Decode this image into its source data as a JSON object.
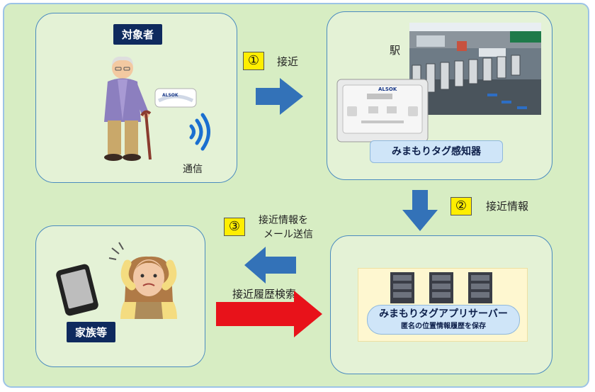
{
  "target_badge": "対象者",
  "comm_label": "通信",
  "station_label": "駅",
  "sensor_label": "みまもりタグ感知器",
  "step1": {
    "number": "①",
    "label": "接近"
  },
  "step2": {
    "number": "②",
    "label": "接近情報"
  },
  "step3": {
    "number": "③",
    "line1": "接近情報を",
    "line2": "メール送信"
  },
  "search_label": "接近履歴検索",
  "family_badge": "家族等",
  "server": {
    "title": "みまもりタグアプリサーバー",
    "subtitle": "匿名の位置情報履歴を保存"
  },
  "tag_logo": "ALSOK",
  "sensor_logo": "ALSOK",
  "colors": {
    "background": "#d7edc3",
    "panel": "#e4f2d6",
    "badge": "#0f2a5e",
    "arrow_blue": "#3372b8",
    "arrow_red": "#e8121a",
    "step_yellow": "#ffee00"
  }
}
